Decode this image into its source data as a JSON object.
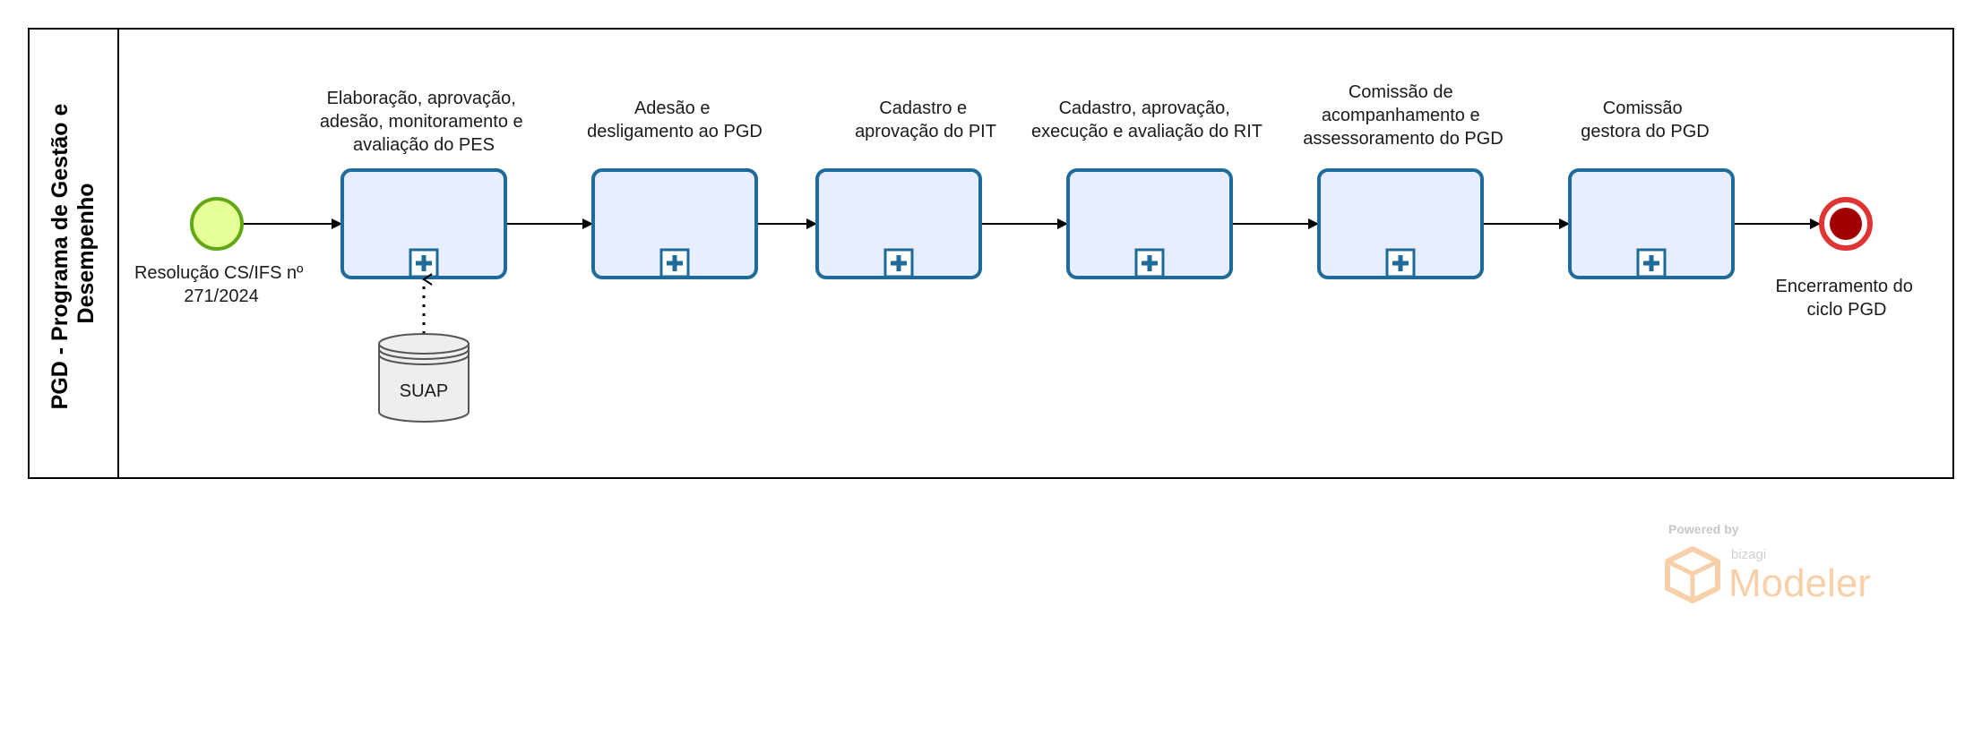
{
  "diagram": {
    "pool": {
      "title_lines": [
        "PGD - Programa de Gestão e",
        "Desempenho"
      ]
    },
    "start_event": {
      "label_lines": [
        "Resolução CS/IFS nº",
        "271/2024"
      ],
      "fill": "#e6ff97",
      "stroke": "#62a716"
    },
    "subprocesses": [
      {
        "id": "sp1",
        "label_lines": [
          "Elaboração, aprovação,",
          "adesão, monitoramento e",
          "avaliação do PES"
        ]
      },
      {
        "id": "sp2",
        "label_lines": [
          "Adesão e",
          "desligamento ao PGD"
        ]
      },
      {
        "id": "sp3",
        "label_lines": [
          "Cadastro e",
          "aprovação do PIT"
        ]
      },
      {
        "id": "sp4",
        "label_lines": [
          "Cadastro, aprovação,",
          "execução e avaliação do RIT"
        ]
      },
      {
        "id": "sp5",
        "label_lines": [
          "Comissão de",
          "acompanhamento e",
          "assessoramento do PGD"
        ]
      },
      {
        "id": "sp6",
        "label_lines": [
          "Comissão",
          "gestora do PGD"
        ]
      }
    ],
    "subprocess_style": {
      "fill": "#e8eeff",
      "stroke": "#1e6a99",
      "marker_icon": "plus-icon"
    },
    "end_event": {
      "label_lines": [
        "Encerramento do",
        "ciclo PGD"
      ],
      "fill": "#a20000",
      "stroke": "#e03333"
    },
    "data_store": {
      "label": "SUAP",
      "fill": "#eeeeee",
      "stroke": "#555555"
    }
  },
  "watermark": {
    "powered_by": "Powered by",
    "brand": "bizagi",
    "product": "Modeler",
    "logo_icon": "bizagi-cube-logo-icon",
    "accent": "#f6c79a"
  }
}
